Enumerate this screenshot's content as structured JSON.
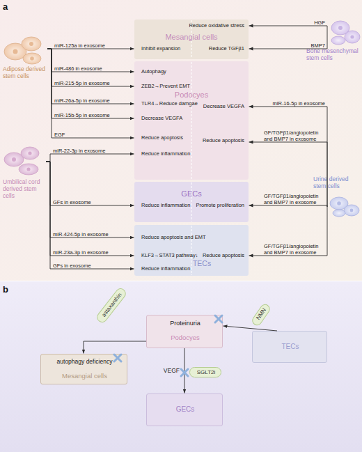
{
  "diagram": {
    "nodes": [
      {
        "text": [
          "Adipose derived stem cells"
        ]
      },
      {
        "text": [
          "Mesangial cells",
          "Inhibit expansion",
          "Reduce oxidative stress",
          "Reduce TGFβ1"
        ]
      },
      {
        "text": [
          "Bone mesenchymal stem cells"
        ]
      },
      {
        "text": [
          "Podocyes",
          "Autophagy",
          "ZEB2→Prevent EMT",
          "TLR4→Reduce damgae",
          "Decrease VEGFA",
          "Reduce apoptosis",
          "Reduce inflammation",
          "Decrease VEGFA",
          "Reduce apoptosis"
        ]
      },
      {
        "text": [
          "Umbilical cord derived stem cells"
        ]
      },
      {
        "text": [
          "Urine derived stem cells"
        ]
      },
      {
        "text": [
          "GECs",
          "Reduce inflammation",
          "Promote proliferation"
        ]
      },
      {
        "text": [
          "TECs",
          "Reduce apoptosis and EMT",
          "KLF3→STAT3 pathway↓",
          "Reduce inflammation",
          "Reduce apoptosis"
        ]
      },
      {
        "text": [
          "astaxanthin"
        ]
      },
      {
        "text": [
          "Proteinuria",
          "Podocyes"
        ]
      },
      {
        "text": [
          "NMN"
        ]
      },
      {
        "text": [
          "autophagy deficiency",
          "Mesangial cells"
        ]
      },
      {
        "text": [
          "TECs"
        ]
      },
      {
        "text": [
          "SGLT2i"
        ]
      },
      {
        "text": [
          "GECs"
        ]
      }
    ],
    "edges": [
      {
        "from": 0,
        "to": 1,
        "label": "miR-125a in exosome",
        "arrow": "to"
      },
      {
        "from": 0,
        "to": 3,
        "label": "miR-486 in exosome",
        "arrow": "to"
      },
      {
        "from": 0,
        "to": 3,
        "label": "miR-215-5p in exosome",
        "arrow": "to"
      },
      {
        "from": 0,
        "to": 3,
        "label": "miR-26a-5p in exosome",
        "arrow": "to"
      },
      {
        "from": 0,
        "to": 3,
        "label": "miR-15b-5p in exosome",
        "arrow": "to"
      },
      {
        "from": 0,
        "to": 3,
        "label": "EGF",
        "arrow": "to"
      },
      {
        "from": 4,
        "to": 3,
        "label": "miR-22-3p in exosome",
        "arrow": "to"
      },
      {
        "from": 4,
        "to": 6,
        "label": "GFs in exosome",
        "arrow": "to"
      },
      {
        "from": 4,
        "to": 7,
        "label": "miR-424-5p in exosome",
        "arrow": "to"
      },
      {
        "from": 4,
        "to": 7,
        "label": "miR-23a-3p in exosome",
        "arrow": "to"
      },
      {
        "from": 4,
        "to": 7,
        "label": "GFs in exosome",
        "arrow": "to"
      },
      {
        "from": 2,
        "to": 1,
        "label": "HGF",
        "arrow": "to"
      },
      {
        "from": 2,
        "to": 1,
        "label": "BMP7",
        "arrow": "to"
      },
      {
        "from": 5,
        "to": 3,
        "label": "miR-16-5p in exosome",
        "arrow": "to"
      },
      {
        "from": 5,
        "to": 3,
        "label": "GF/TGFβ1/angiopoietin and BMP7 in exosome",
        "arrow": "to"
      },
      {
        "from": 5,
        "to": 6,
        "label": "GF/TGFβ1/angiopoietin and BMP7 in exosome",
        "arrow": "to"
      },
      {
        "from": 5,
        "to": 7,
        "label": "GF/TGFβ1/angiopoietin and BMP7 in exosome",
        "arrow": "to"
      },
      {
        "from": 9,
        "to": 14,
        "label": "VEGF",
        "arrow": "to"
      },
      {
        "from": 9,
        "to": 11,
        "arrow": "to"
      },
      {
        "from": 12,
        "to": 9,
        "arrow": "to"
      }
    ],
    "labels": [
      "a",
      "b"
    ]
  }
}
